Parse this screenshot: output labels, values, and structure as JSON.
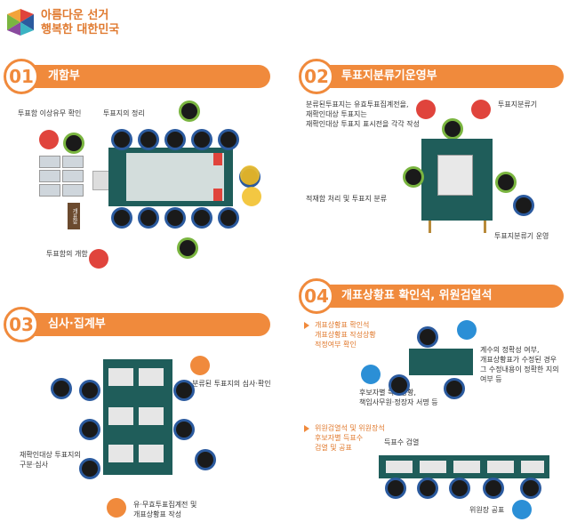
{
  "logo": {
    "line1": "아름다운 선거",
    "line2": "행복한 대한민국"
  },
  "sections": {
    "s1": {
      "num": "01",
      "title": "개함부",
      "labels": {
        "inspect": "투표함 이상유무 확인",
        "organize": "투표지의 정리",
        "open": "투표함의 개함"
      },
      "vtag": "개표함"
    },
    "s2": {
      "num": "02",
      "title": "투표지분류기운영부",
      "labels": {
        "note1": "분류된투표지는 유효투표집계전을,",
        "note2": "재확인대상 투표지는",
        "note3": "재확인대상 투표지 표시전을 각각 작성",
        "classifier": "투표지분류기",
        "spoil": "적재함 처리 및 투표지 분류",
        "operate": "투표지분류기 운영"
      }
    },
    "s3": {
      "num": "03",
      "title": "심사·집계부",
      "labels": {
        "check": "분류된 투표지의 심사·확인",
        "recheck1": "재확인대상 투표지의",
        "recheck2": "구분·심사",
        "tally1": "유·무효투표집계전 및",
        "tally2": "개표상황표 작성"
      }
    },
    "s4": {
      "num": "04",
      "title": "개표상황표 확인석, 위원검열석",
      "labels": {
        "b1_1": "개표상황표 확인석",
        "b1_2": "개표상황표 작성상황",
        "b1_3": "적정여부 확인",
        "calc1": "계수의 정확성 여부,",
        "calc2": "개표상황표가 수정된 경우",
        "calc3": "그 수정내용이 정확한 지의",
        "calc4": "여부 등",
        "sign1": "후보자별 득표상황,",
        "sign2": "책임사무원·정장자 서명 등",
        "b2_1": "위원검열석 및 위원장석",
        "b2_2": "후보자별 득표수",
        "b2_3": "검열 및 공표",
        "count": "득표수 검열",
        "announce": "위원장 공표"
      }
    }
  },
  "colors": {
    "accent": "#f08a3c",
    "table": "#1f5d5a",
    "green": "#7ab540",
    "blue": "#2b5a9e",
    "red": "#e0443c"
  }
}
